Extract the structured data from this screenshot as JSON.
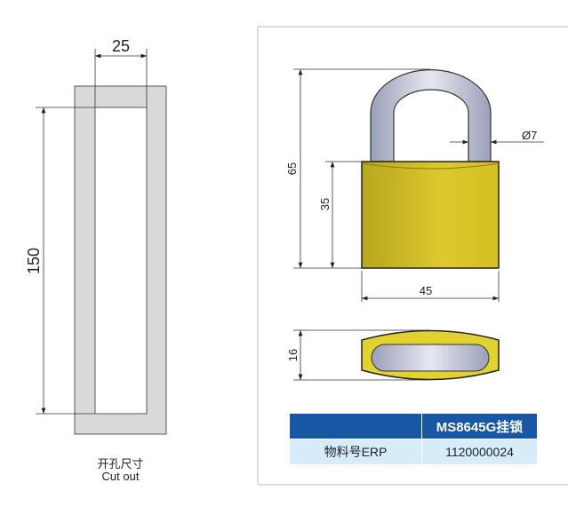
{
  "cutout": {
    "width_dim": "25",
    "height_dim": "150",
    "label_cn": "开孔尺寸",
    "label_en": "Cut out"
  },
  "lock": {
    "height_total": "65",
    "body_height": "35",
    "body_width": "45",
    "shackle_diameter": "Ø7",
    "thickness": "16"
  },
  "table": {
    "header": [
      "",
      "MS8645G挂锁"
    ],
    "row": [
      "物料号ERP",
      "1120000024"
    ]
  },
  "colors": {
    "header": "#1757a6",
    "row": "#d6ecf8",
    "body": "#d8c42a",
    "shackle": "#b9bed0"
  }
}
